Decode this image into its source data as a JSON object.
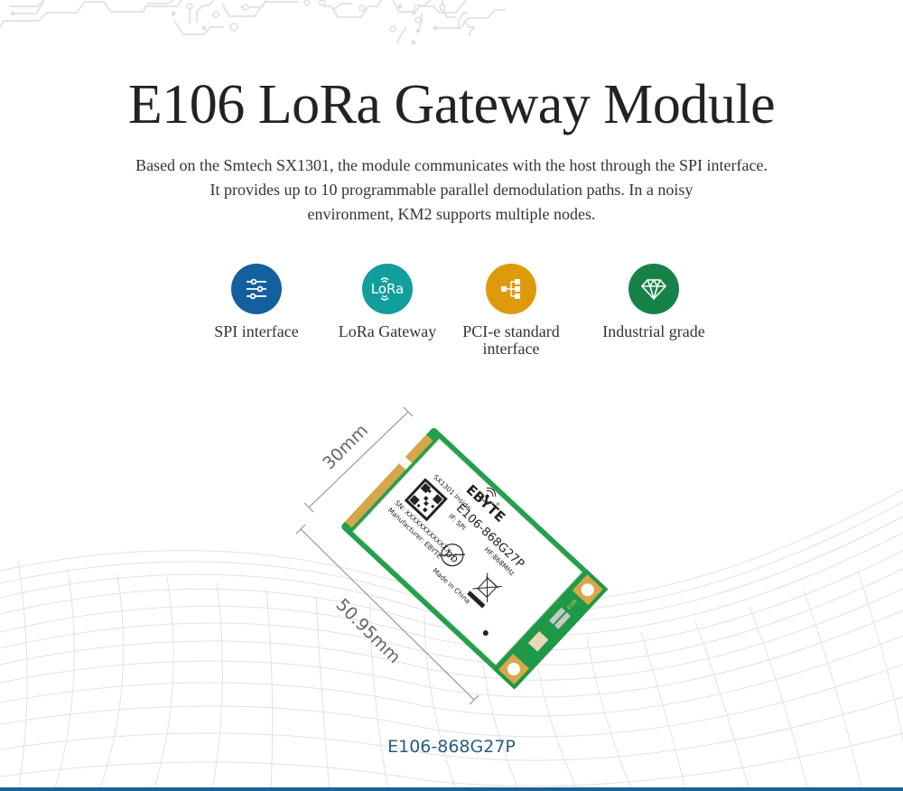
{
  "page": {
    "title": "E106 LoRa Gateway Module",
    "description_lines": [
      "Based on the Smtech SX1301, the module communicates with the host through the SPI interface.",
      "It provides up to 10 programmable parallel demodulation paths. In a noisy",
      "environment, KM2 supports multiple nodes."
    ]
  },
  "features": [
    {
      "icon": "sliders-icon",
      "color": "#145f9e",
      "label_lines": [
        "SPI interface"
      ]
    },
    {
      "icon": "lora-icon",
      "color": "#119e9c",
      "label_lines": [
        "LoRa Gateway"
      ],
      "icon_text": "LoRa"
    },
    {
      "icon": "hierarchy-icon",
      "color": "#df9a0b",
      "label_lines": [
        "PCI-e standard",
        "interface"
      ]
    },
    {
      "icon": "diamond-icon",
      "color": "#178247",
      "label_lines": [
        "Industrial grade"
      ]
    }
  ],
  "product": {
    "dimensions": {
      "width": "30mm",
      "length": "50.95mm"
    },
    "label": {
      "brand": "EBYTE",
      "registered": "®",
      "chip": "SX1301 Inside",
      "model": "E106-868G27P",
      "interface": "IF: SPI",
      "frequency": "HF:868MHz",
      "serial": "SN: XXXXXXXXXXXXX",
      "manufacturer": "Manufacturer: EBYTE",
      "origin": "Made in China",
      "pb_mark": "pb"
    },
    "caption": "E106-868G27P"
  },
  "colors": {
    "pcb_green": "#1e9a48",
    "gold": "#d9a84a",
    "accent_blue": "#1f5f92"
  }
}
